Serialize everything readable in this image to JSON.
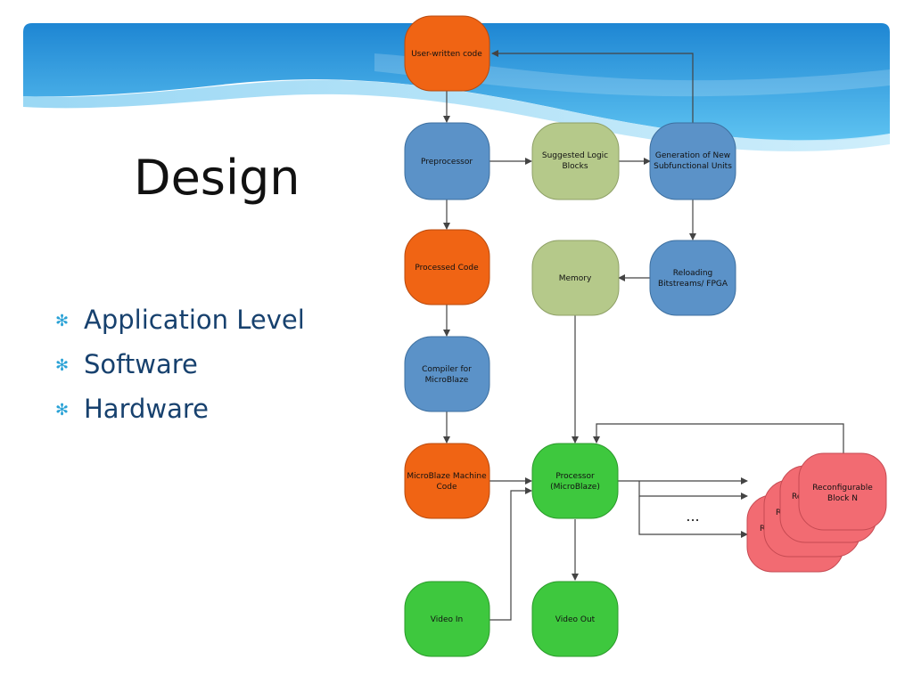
{
  "slide": {
    "title": "Design",
    "bullets": [
      "Application Level",
      "Software",
      "Hardware"
    ]
  },
  "colors": {
    "banner_blue": "#2a8fd6",
    "orange": "#f06414",
    "blue": "#5b92c8",
    "olive": "#b5c98a",
    "green": "#3ec83e",
    "red": "#f26b72",
    "text_blue": "#17416e",
    "bullet_cyan": "#2aa2d6"
  },
  "diagram": {
    "nodes": {
      "user_code": [
        "User-written code"
      ],
      "preprocessor": [
        "Preprocessor"
      ],
      "suggested_logic": [
        "Suggested Logic",
        "Blocks"
      ],
      "generation": [
        "Generation of New",
        "Subfunctional Units"
      ],
      "processed_code": [
        "Processed Code"
      ],
      "memory": [
        "Memory"
      ],
      "reloading": [
        "Reloading",
        "Bitstreams/ FPGA"
      ],
      "compiler": [
        "Compiler for",
        "MicroBlaze"
      ],
      "machine_code": [
        "MicroBlaze Machine",
        "Code"
      ],
      "processor": [
        "Processor",
        "(MicroBlaze)"
      ],
      "video_in": [
        "Video In"
      ],
      "video_out": [
        "Video Out"
      ],
      "reconfig_n": [
        "Reconfigurable",
        "Block N"
      ],
      "reconfig_stack_fragments": [
        "R",
        "R",
        "Re"
      ]
    },
    "ellipsis": "..."
  }
}
